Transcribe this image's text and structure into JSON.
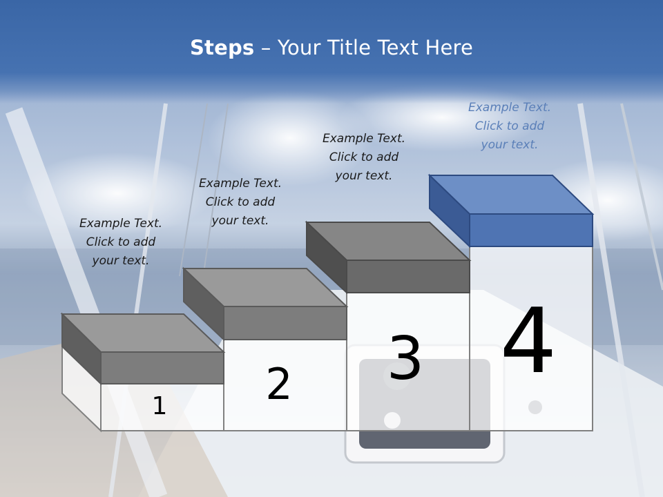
{
  "slide": {
    "title_bold": "Steps",
    "title_rest": " – Your Title Text Here"
  },
  "steps": [
    {
      "number": "1",
      "caption": [
        "Example Text.",
        "Click  to add",
        "your text."
      ]
    },
    {
      "number": "2",
      "caption": [
        "Example Text.",
        "Click  to add",
        "your text."
      ]
    },
    {
      "number": "3",
      "caption": [
        "Example Text.",
        "Click  to add",
        "your text."
      ]
    },
    {
      "number": "4",
      "caption": [
        "Example Text.",
        "Click  to add",
        "your text."
      ]
    }
  ],
  "colors": {
    "title_bar": "#3a66a6",
    "gray_block": "#7d7d7d",
    "highlight_block": "#4f74b3"
  }
}
